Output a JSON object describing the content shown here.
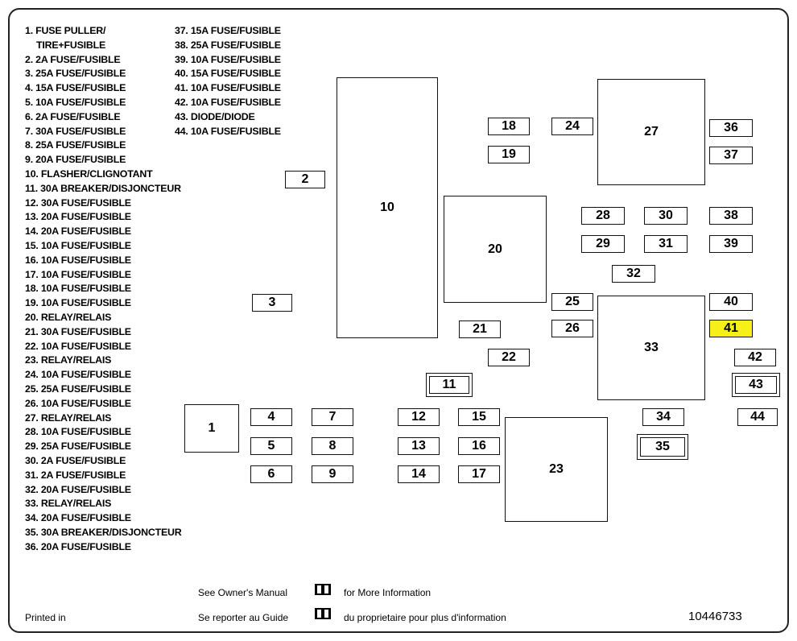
{
  "legend_left": [
    "1. FUSE PULLER/",
    "TIRE+FUSIBLE",
    "2. 2A FUSE/FUSIBLE",
    "3. 25A FUSE/FUSIBLE",
    "4. 15A FUSE/FUSIBLE",
    "5. 10A FUSE/FUSIBLE",
    "6. 2A FUSE/FUSIBLE",
    "7. 30A FUSE/FUSIBLE",
    "8. 25A FUSE/FUSIBLE",
    "9. 20A FUSE/FUSIBLE",
    "10. FLASHER/CLIGNOTANT",
    "11. 30A BREAKER/DISJONCTEUR",
    "12. 30A FUSE/FUSIBLE",
    "13. 20A FUSE/FUSIBLE",
    "14. 20A FUSE/FUSIBLE",
    "15. 10A FUSE/FUSIBLE",
    "16. 10A FUSE/FUSIBLE",
    "17. 10A FUSE/FUSIBLE",
    "18. 10A FUSE/FUSIBLE",
    "19. 10A FUSE/FUSIBLE",
    "20. RELAY/RELAIS",
    "21. 30A FUSE/FUSIBLE",
    "22. 10A FUSE/FUSIBLE",
    "23. RELAY/RELAIS",
    "24. 10A FUSE/FUSIBLE",
    "25. 25A FUSE/FUSIBLE",
    "26. 10A FUSE/FUSIBLE",
    "27. RELAY/RELAIS",
    "28. 10A FUSE/FUSIBLE",
    "29. 25A FUSE/FUSIBLE",
    "30. 2A FUSE/FUSIBLE",
    "31. 2A FUSE/FUSIBLE",
    "32. 20A FUSE/FUSIBLE",
    "33. RELAY/RELAIS",
    "34. 20A FUSE/FUSIBLE",
    "35. 30A BREAKER/DISJONCTEUR",
    "36. 20A FUSE/FUSIBLE"
  ],
  "legend_right": [
    "37. 15A FUSE/FUSIBLE",
    "38. 25A FUSE/FUSIBLE",
    "39. 10A FUSE/FUSIBLE",
    "40. 15A FUSE/FUSIBLE",
    "41. 10A FUSE/FUSIBLE",
    "42. 10A FUSE/FUSIBLE",
    "43. DIODE/DIODE",
    "44. 10A FUSE/FUSIBLE"
  ],
  "boxes": {
    "b1": "1",
    "b2": "2",
    "b3": "3",
    "b4": "4",
    "b5": "5",
    "b6": "6",
    "b7": "7",
    "b8": "8",
    "b9": "9",
    "b10": "10",
    "b11": "11",
    "b12": "12",
    "b13": "13",
    "b14": "14",
    "b15": "15",
    "b16": "16",
    "b17": "17",
    "b18": "18",
    "b19": "19",
    "b20": "20",
    "b21": "21",
    "b22": "22",
    "b23": "23",
    "b24": "24",
    "b25": "25",
    "b26": "26",
    "b27": "27",
    "b28": "28",
    "b29": "29",
    "b30": "30",
    "b31": "31",
    "b32": "32",
    "b33": "33",
    "b34": "34",
    "b35": "35",
    "b36": "36",
    "b37": "37",
    "b38": "38",
    "b39": "39",
    "b40": "40",
    "b41": "41",
    "b42": "42",
    "b43": "43",
    "b44": "44"
  },
  "highlight_color": "#f7ef18",
  "footer": {
    "printed_in": "Printed in",
    "see_manual": "See Owner's Manual",
    "more_info": "for More Information",
    "se_reporter": "Se reporter au Guide",
    "du_proprietaire": "du proprietaire pour plus d'information",
    "part_number": "10446733"
  }
}
